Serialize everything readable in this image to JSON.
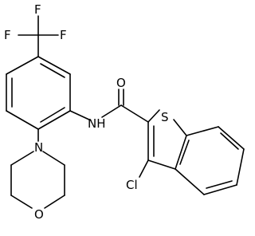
{
  "molecule": {
    "atoms": {
      "f_top": "F",
      "f_left": "F",
      "f_right": "F",
      "oxygen_carbonyl": "O",
      "sulfur": "S",
      "nitrogen_amide": "NH",
      "nitrogen_morpholine": "N",
      "chlorine": "Cl",
      "oxygen_morpholine": "O"
    },
    "colors": {
      "bond": "#000000",
      "label": "#000000",
      "background": "#ffffff"
    }
  }
}
